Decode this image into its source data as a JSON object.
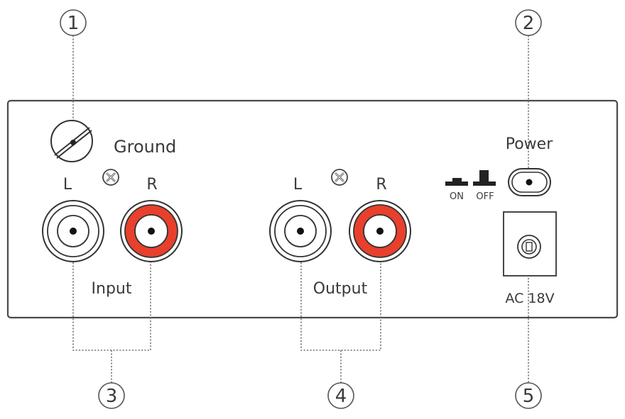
{
  "callouts": [
    "1",
    "2",
    "3",
    "4",
    "5"
  ],
  "labels": {
    "ground": "Ground",
    "power": "Power",
    "on": "ON",
    "off": "OFF",
    "ac": "AC 18V",
    "input": "Input",
    "output": "Output",
    "left": "L",
    "right": "R"
  },
  "colors": {
    "panel_border": "#4a4a4a",
    "jack_red": "#e8402c",
    "ink": "#3a3a3a"
  }
}
